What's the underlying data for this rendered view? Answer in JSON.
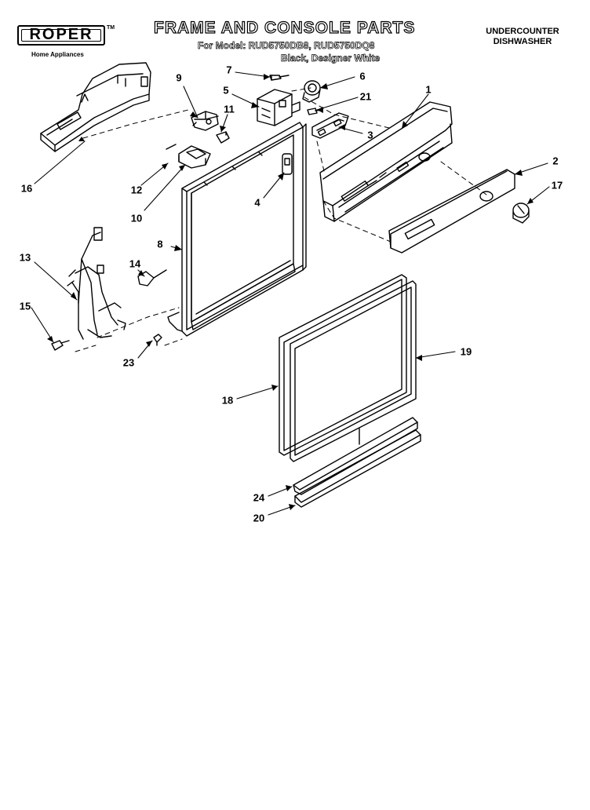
{
  "brand": {
    "name": "ROPER",
    "trademark": "TM",
    "tagline": "Home Appliances"
  },
  "header": {
    "title": "FRAME AND CONSOLE PARTS",
    "model_line": "For Model: RUD5750DB8, RUD5750DQ8",
    "color_line": "Black,  Designer White",
    "product_lines": [
      "UNDERCOUNTER",
      "DISHWASHER"
    ]
  },
  "callouts": [
    "1",
    "2",
    "3",
    "4",
    "5",
    "6",
    "7",
    "8",
    "9",
    "10",
    "11",
    "12",
    "13",
    "14",
    "15",
    "16",
    "17",
    "18",
    "19",
    "20",
    "21",
    "23",
    "24"
  ]
}
